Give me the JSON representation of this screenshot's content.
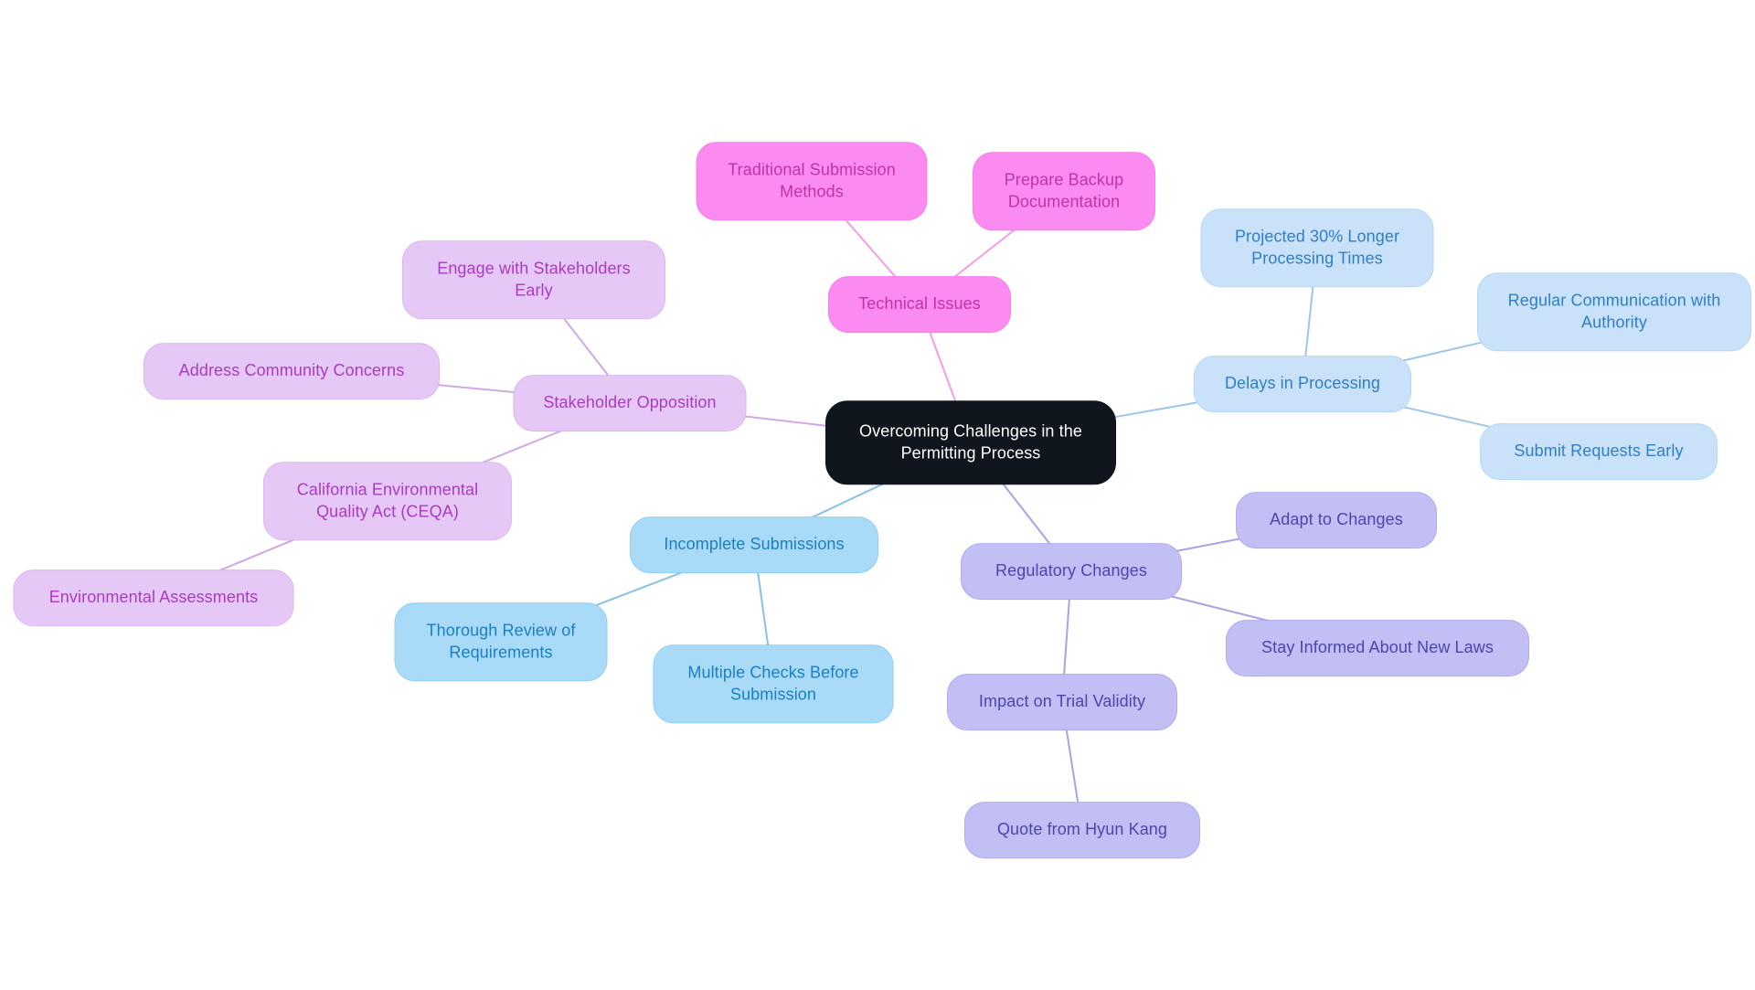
{
  "diagram_type": "mindmap",
  "palette": {
    "background": "#FFFFFF",
    "center": {
      "fill": "#10161D",
      "border": "#10161D",
      "text": "#FFFFFF",
      "line": "#9B97DB"
    },
    "technical": {
      "fill": "#FB8BF0",
      "border": "#F87EE9",
      "text": "#BE34A3",
      "line": "#F691E1"
    },
    "delays": {
      "fill": "#C9E2FA",
      "border": "#B4D7F7",
      "text": "#2E7EC7",
      "line": "#93BFE9"
    },
    "stakeholder": {
      "fill": "#E6C8F6",
      "border": "#DCB6F0",
      "text": "#A93BC2",
      "line": "#C9A0DF"
    },
    "incomplete": {
      "fill": "#A9DBF8",
      "border": "#90CEF4",
      "text": "#1A7FC2",
      "line": "#7CB9E2"
    },
    "regulatory": {
      "fill": "#C1BFF4",
      "border": "#AEABEF",
      "text": "#4C46AC",
      "line": "#9D9ADF"
    }
  },
  "nodes": {
    "central": {
      "label": "Overcoming Challenges in the Permitting Process"
    },
    "technical-issues": {
      "label": "Technical Issues"
    },
    "traditional-submission-methods": {
      "label": "Traditional Submission Methods"
    },
    "prepare-backup-documentation": {
      "label": "Prepare Backup Documentation"
    },
    "delays-in-processing": {
      "label": "Delays in Processing"
    },
    "projected-30-longer-processing-times": {
      "label": "Projected 30% Longer Processing Times"
    },
    "regular-communication-with-authority": {
      "label": "Regular Communication with Authority"
    },
    "submit-requests-early": {
      "label": "Submit Requests Early"
    },
    "stakeholder-opposition": {
      "label": "Stakeholder Opposition"
    },
    "engage-with-stakeholders-early": {
      "label": "Engage with Stakeholders Early"
    },
    "address-community-concerns": {
      "label": "Address Community Concerns"
    },
    "california-ceqa": {
      "label": "California Environmental Quality Act (CEQA)"
    },
    "environmental-assessments": {
      "label": "Environmental Assessments"
    },
    "incomplete-submissions": {
      "label": "Incomplete Submissions"
    },
    "thorough-review-of-requirements": {
      "label": "Thorough Review of Requirements"
    },
    "multiple-checks-before-submission": {
      "label": "Multiple Checks Before Submission"
    },
    "regulatory-changes": {
      "label": "Regulatory Changes"
    },
    "adapt-to-changes": {
      "label": "Adapt to Changes"
    },
    "stay-informed-about-new-laws": {
      "label": "Stay Informed About New Laws"
    },
    "impact-on-trial-validity": {
      "label": "Impact on Trial Validity"
    },
    "quote-from-hyun-kang": {
      "label": "Quote from Hyun Kang"
    }
  },
  "edges": [
    {
      "from": "central",
      "to": "technical-issues",
      "branch": "technical"
    },
    {
      "from": "technical-issues",
      "to": "traditional-submission-methods",
      "branch": "technical"
    },
    {
      "from": "technical-issues",
      "to": "prepare-backup-documentation",
      "branch": "technical"
    },
    {
      "from": "central",
      "to": "delays-in-processing",
      "branch": "delays"
    },
    {
      "from": "delays-in-processing",
      "to": "projected-30-longer-processing-times",
      "branch": "delays"
    },
    {
      "from": "delays-in-processing",
      "to": "regular-communication-with-authority",
      "branch": "delays"
    },
    {
      "from": "delays-in-processing",
      "to": "submit-requests-early",
      "branch": "delays"
    },
    {
      "from": "central",
      "to": "stakeholder-opposition",
      "branch": "stakeholder"
    },
    {
      "from": "stakeholder-opposition",
      "to": "engage-with-stakeholders-early",
      "branch": "stakeholder"
    },
    {
      "from": "stakeholder-opposition",
      "to": "address-community-concerns",
      "branch": "stakeholder"
    },
    {
      "from": "stakeholder-opposition",
      "to": "california-ceqa",
      "branch": "stakeholder"
    },
    {
      "from": "california-ceqa",
      "to": "environmental-assessments",
      "branch": "stakeholder"
    },
    {
      "from": "central",
      "to": "incomplete-submissions",
      "branch": "incomplete"
    },
    {
      "from": "incomplete-submissions",
      "to": "thorough-review-of-requirements",
      "branch": "incomplete"
    },
    {
      "from": "incomplete-submissions",
      "to": "multiple-checks-before-submission",
      "branch": "incomplete"
    },
    {
      "from": "central",
      "to": "regulatory-changes",
      "branch": "regulatory"
    },
    {
      "from": "regulatory-changes",
      "to": "adapt-to-changes",
      "branch": "regulatory"
    },
    {
      "from": "regulatory-changes",
      "to": "stay-informed-about-new-laws",
      "branch": "regulatory"
    },
    {
      "from": "regulatory-changes",
      "to": "impact-on-trial-validity",
      "branch": "regulatory"
    },
    {
      "from": "impact-on-trial-validity",
      "to": "quote-from-hyun-kang",
      "branch": "regulatory"
    }
  ]
}
